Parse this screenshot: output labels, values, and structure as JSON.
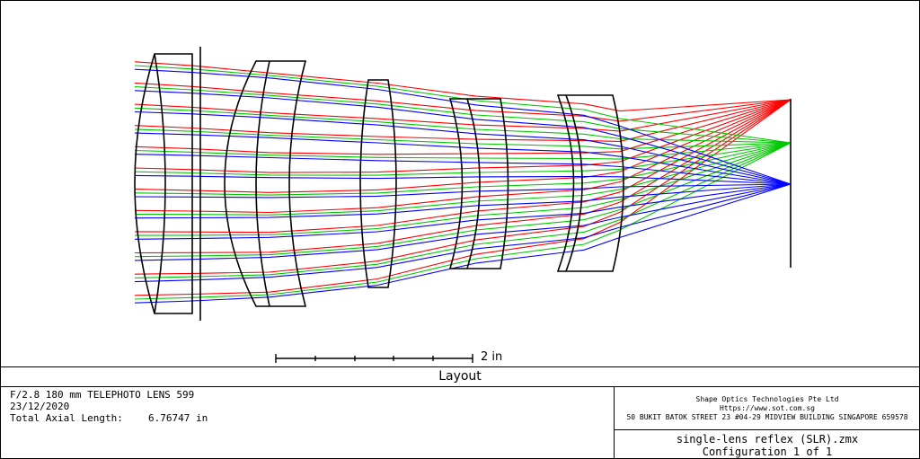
{
  "plot": {
    "title": "Layout",
    "scale_bar_label": "2 in",
    "ray_colors": {
      "field_1": "#ff0000",
      "field_2": "#00c800",
      "field_3": "#0000ff"
    },
    "lens_color": "#000000"
  },
  "info": {
    "lens_title": "F/2.8 180 mm TELEPHOTO LENS 599",
    "date": "23/12/2020",
    "axial_length_label": "Total Axial Length:",
    "axial_length_value": "6.76747 in"
  },
  "company": {
    "name": "Shape Optics Technologies Pte Ltd",
    "website": "Https://www.sot.com.sg",
    "address": "50 BUKIT BATOK STREET 23 #04-29 MIDVIEW BUILDING SINGAPORE 659578"
  },
  "file": {
    "name": "single-lens reflex (SLR).zmx",
    "configuration": "Configuration 1 of 1"
  }
}
